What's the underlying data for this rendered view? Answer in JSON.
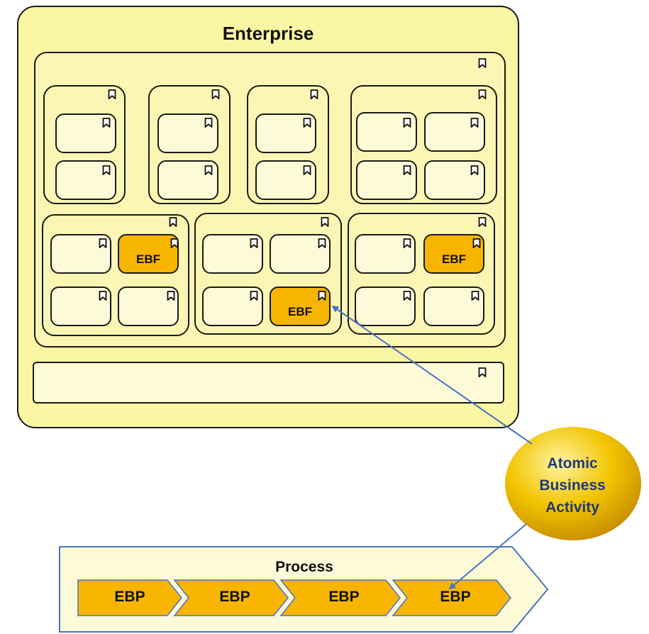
{
  "enterprise": {
    "title": "Enterprise"
  },
  "capability_label": "EBF",
  "callout": {
    "lines": [
      "Atomic",
      "Business",
      "Activity"
    ]
  },
  "process": {
    "title": "Process",
    "steps": [
      "EBP",
      "EBP",
      "EBP",
      "EBP"
    ]
  },
  "colors": {
    "enterprise_fill": "#fbf6a4",
    "capability_fill": "#fdfad8",
    "ebf_fill": "#f7b500",
    "bubble_fill": "#f2c400",
    "arrow": "#4a73c4",
    "process_fill": "#fdfad8",
    "process_border": "#4a73c4"
  },
  "icons": {
    "capability": "bookmark-icon"
  }
}
